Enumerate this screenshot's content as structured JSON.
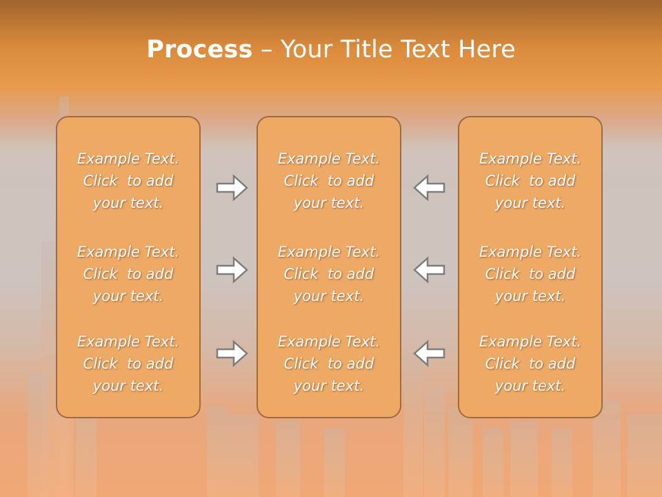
{
  "title": {
    "bold": "Process",
    "rest": " – Your Title Text Here"
  },
  "panels": {
    "left": {
      "items": [
        {
          "line1": "Example Text.",
          "line2": "Click  to add",
          "line3": "your text."
        },
        {
          "line1": "Example Text.",
          "line2": "Click  to add",
          "line3": "your text."
        },
        {
          "line1": "Example Text.",
          "line2": "Click  to add",
          "line3": "your text."
        }
      ]
    },
    "middle": {
      "items": [
        {
          "line1": "Example Text.",
          "line2": "Click  to add",
          "line3": "your text."
        },
        {
          "line1": "Example Text.",
          "line2": "Click  to add",
          "line3": "your text."
        },
        {
          "line1": "Example Text.",
          "line2": "Click  to add",
          "line3": "your text."
        }
      ]
    },
    "right": {
      "items": [
        {
          "line1": "Example Text.",
          "line2": "Click  to add",
          "line3": "your text."
        },
        {
          "line1": "Example Text.",
          "line2": "Click  to add",
          "line3": "your text."
        },
        {
          "line1": "Example Text.",
          "line2": "Click  to add",
          "line3": "your text."
        }
      ]
    }
  },
  "arrows": {
    "left_to_middle": "arrow-right-icon",
    "right_to_middle": "arrow-left-icon"
  },
  "colors": {
    "panel_fill": "#eea965",
    "panel_border": "#9f6a3e",
    "header": "#e08f3e",
    "arrow_fill": "#ffffff",
    "arrow_stroke": "#7c7c7c"
  }
}
